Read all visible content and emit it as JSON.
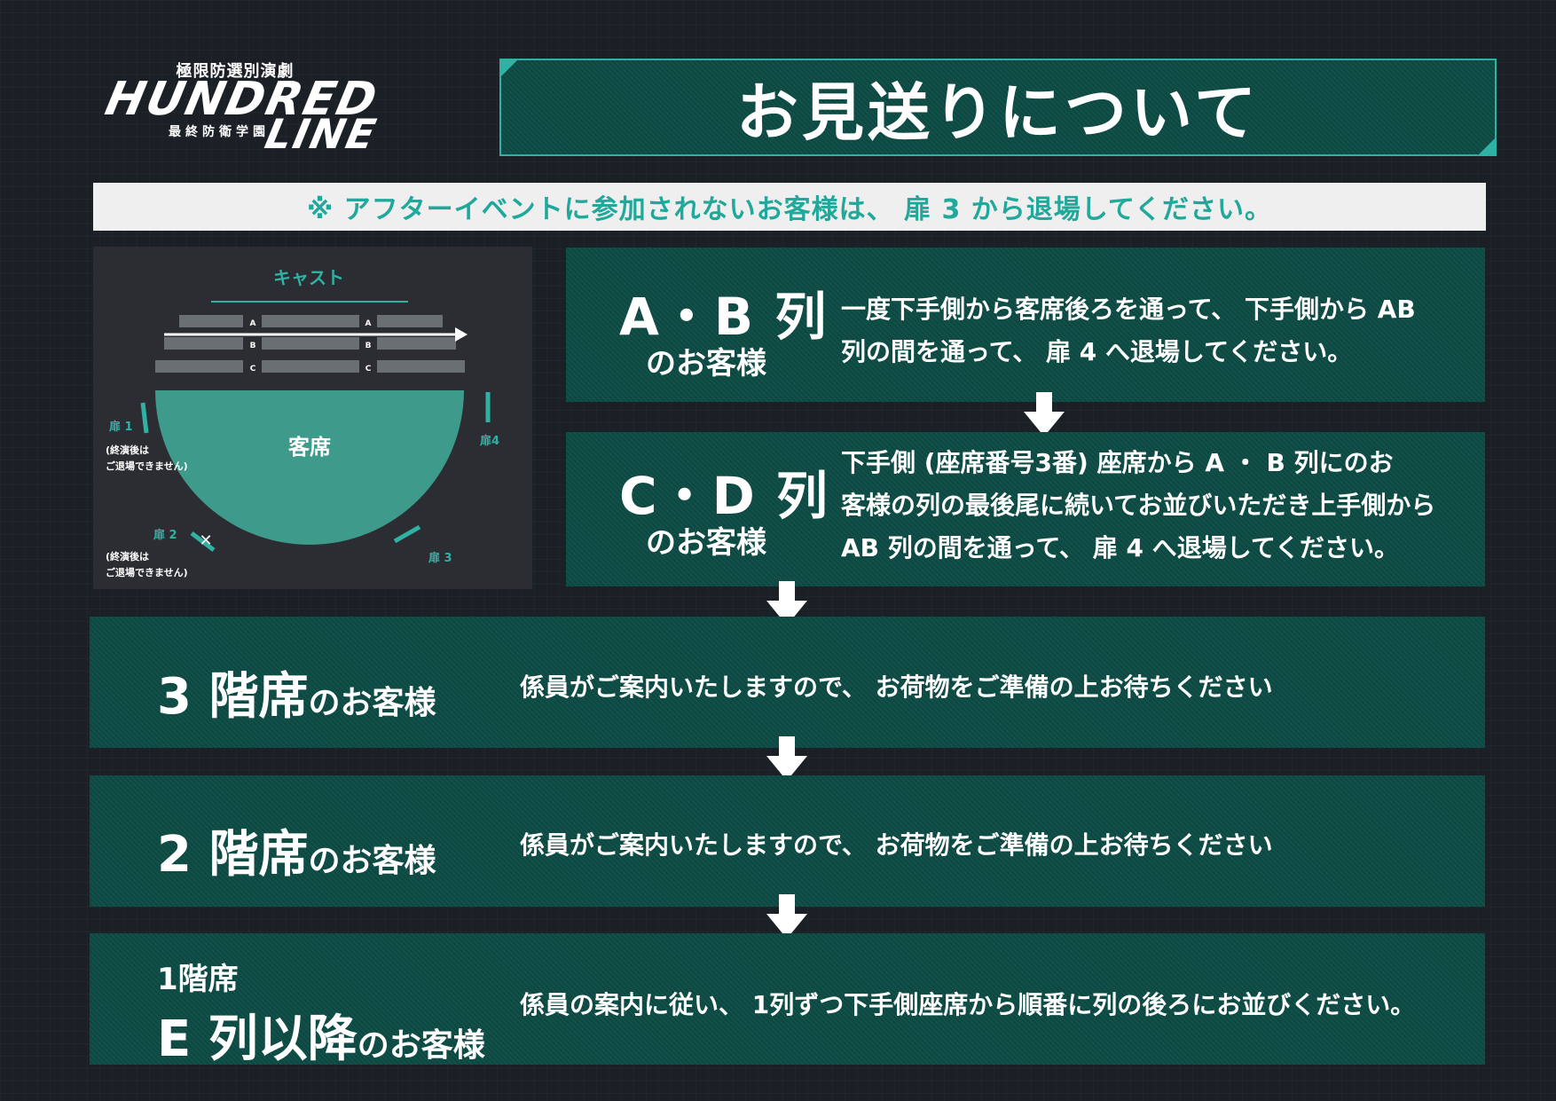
{
  "logo": {
    "small_text": "極限防選別演劇",
    "word_1": "HUNDRED",
    "word_2": "LINE",
    "sub_text": "最終防衛学園"
  },
  "title": "お見送りについて",
  "notice": "※ アフターイベントに参加されないお客様は、 扉 3 から退場してください。",
  "map": {
    "cast_label": "キャスト",
    "seat_area_label": "客席",
    "row_labels": [
      "A",
      "B",
      "C"
    ],
    "door1": "扉 1",
    "door1_note_1": "(終演後は",
    "door1_note_2": "ご退場できません)",
    "door2": "扉 2",
    "door2_note_1": "(終演後は",
    "door2_note_2": "ご退場できません)",
    "door3": "扉 3",
    "door4": "扉4",
    "closed_mark": "✕",
    "colors": {
      "accent": "#2fb1a4",
      "seat": "#6a6f74",
      "bg": "#2b2d32"
    }
  },
  "sections": {
    "ab": {
      "head": "A・B 列",
      "sub": "のお客様",
      "desc_1": "一度下手側から客席後ろを通って、 下手側から AB",
      "desc_2": "列の間を通って、 扉 4 へ退場してください。"
    },
    "cd": {
      "head": "C・D 列",
      "sub": "のお客様",
      "desc_1": "下手側 (座席番号3番) 座席から A ・ B 列にのお",
      "desc_2": "客様の列の最後尾に続いてお並びいただき上手側から",
      "desc_3": "AB 列の間を通って、 扉 4 へ退場してください。"
    },
    "floor3": {
      "head": "3 階席",
      "tail": "のお客様",
      "desc": "係員がご案内いたしますので、 お荷物をご準備の上お待ちください"
    },
    "floor2": {
      "head": "2 階席",
      "tail": "のお客様",
      "desc": "係員がご案内いたしますので、 お荷物をご準備の上お待ちください"
    },
    "floor1": {
      "line1": "1階席",
      "head": "E 列以降",
      "tail": "のお客様",
      "desc": "係員の案内に従い、 1列ずつ下手側座席から順番に列の後ろにお並びください。"
    }
  },
  "colors": {
    "background": "#1b2027",
    "teal_panel": "#11514a",
    "accent": "#2fb1a4",
    "notice_text": "#20a89b"
  }
}
